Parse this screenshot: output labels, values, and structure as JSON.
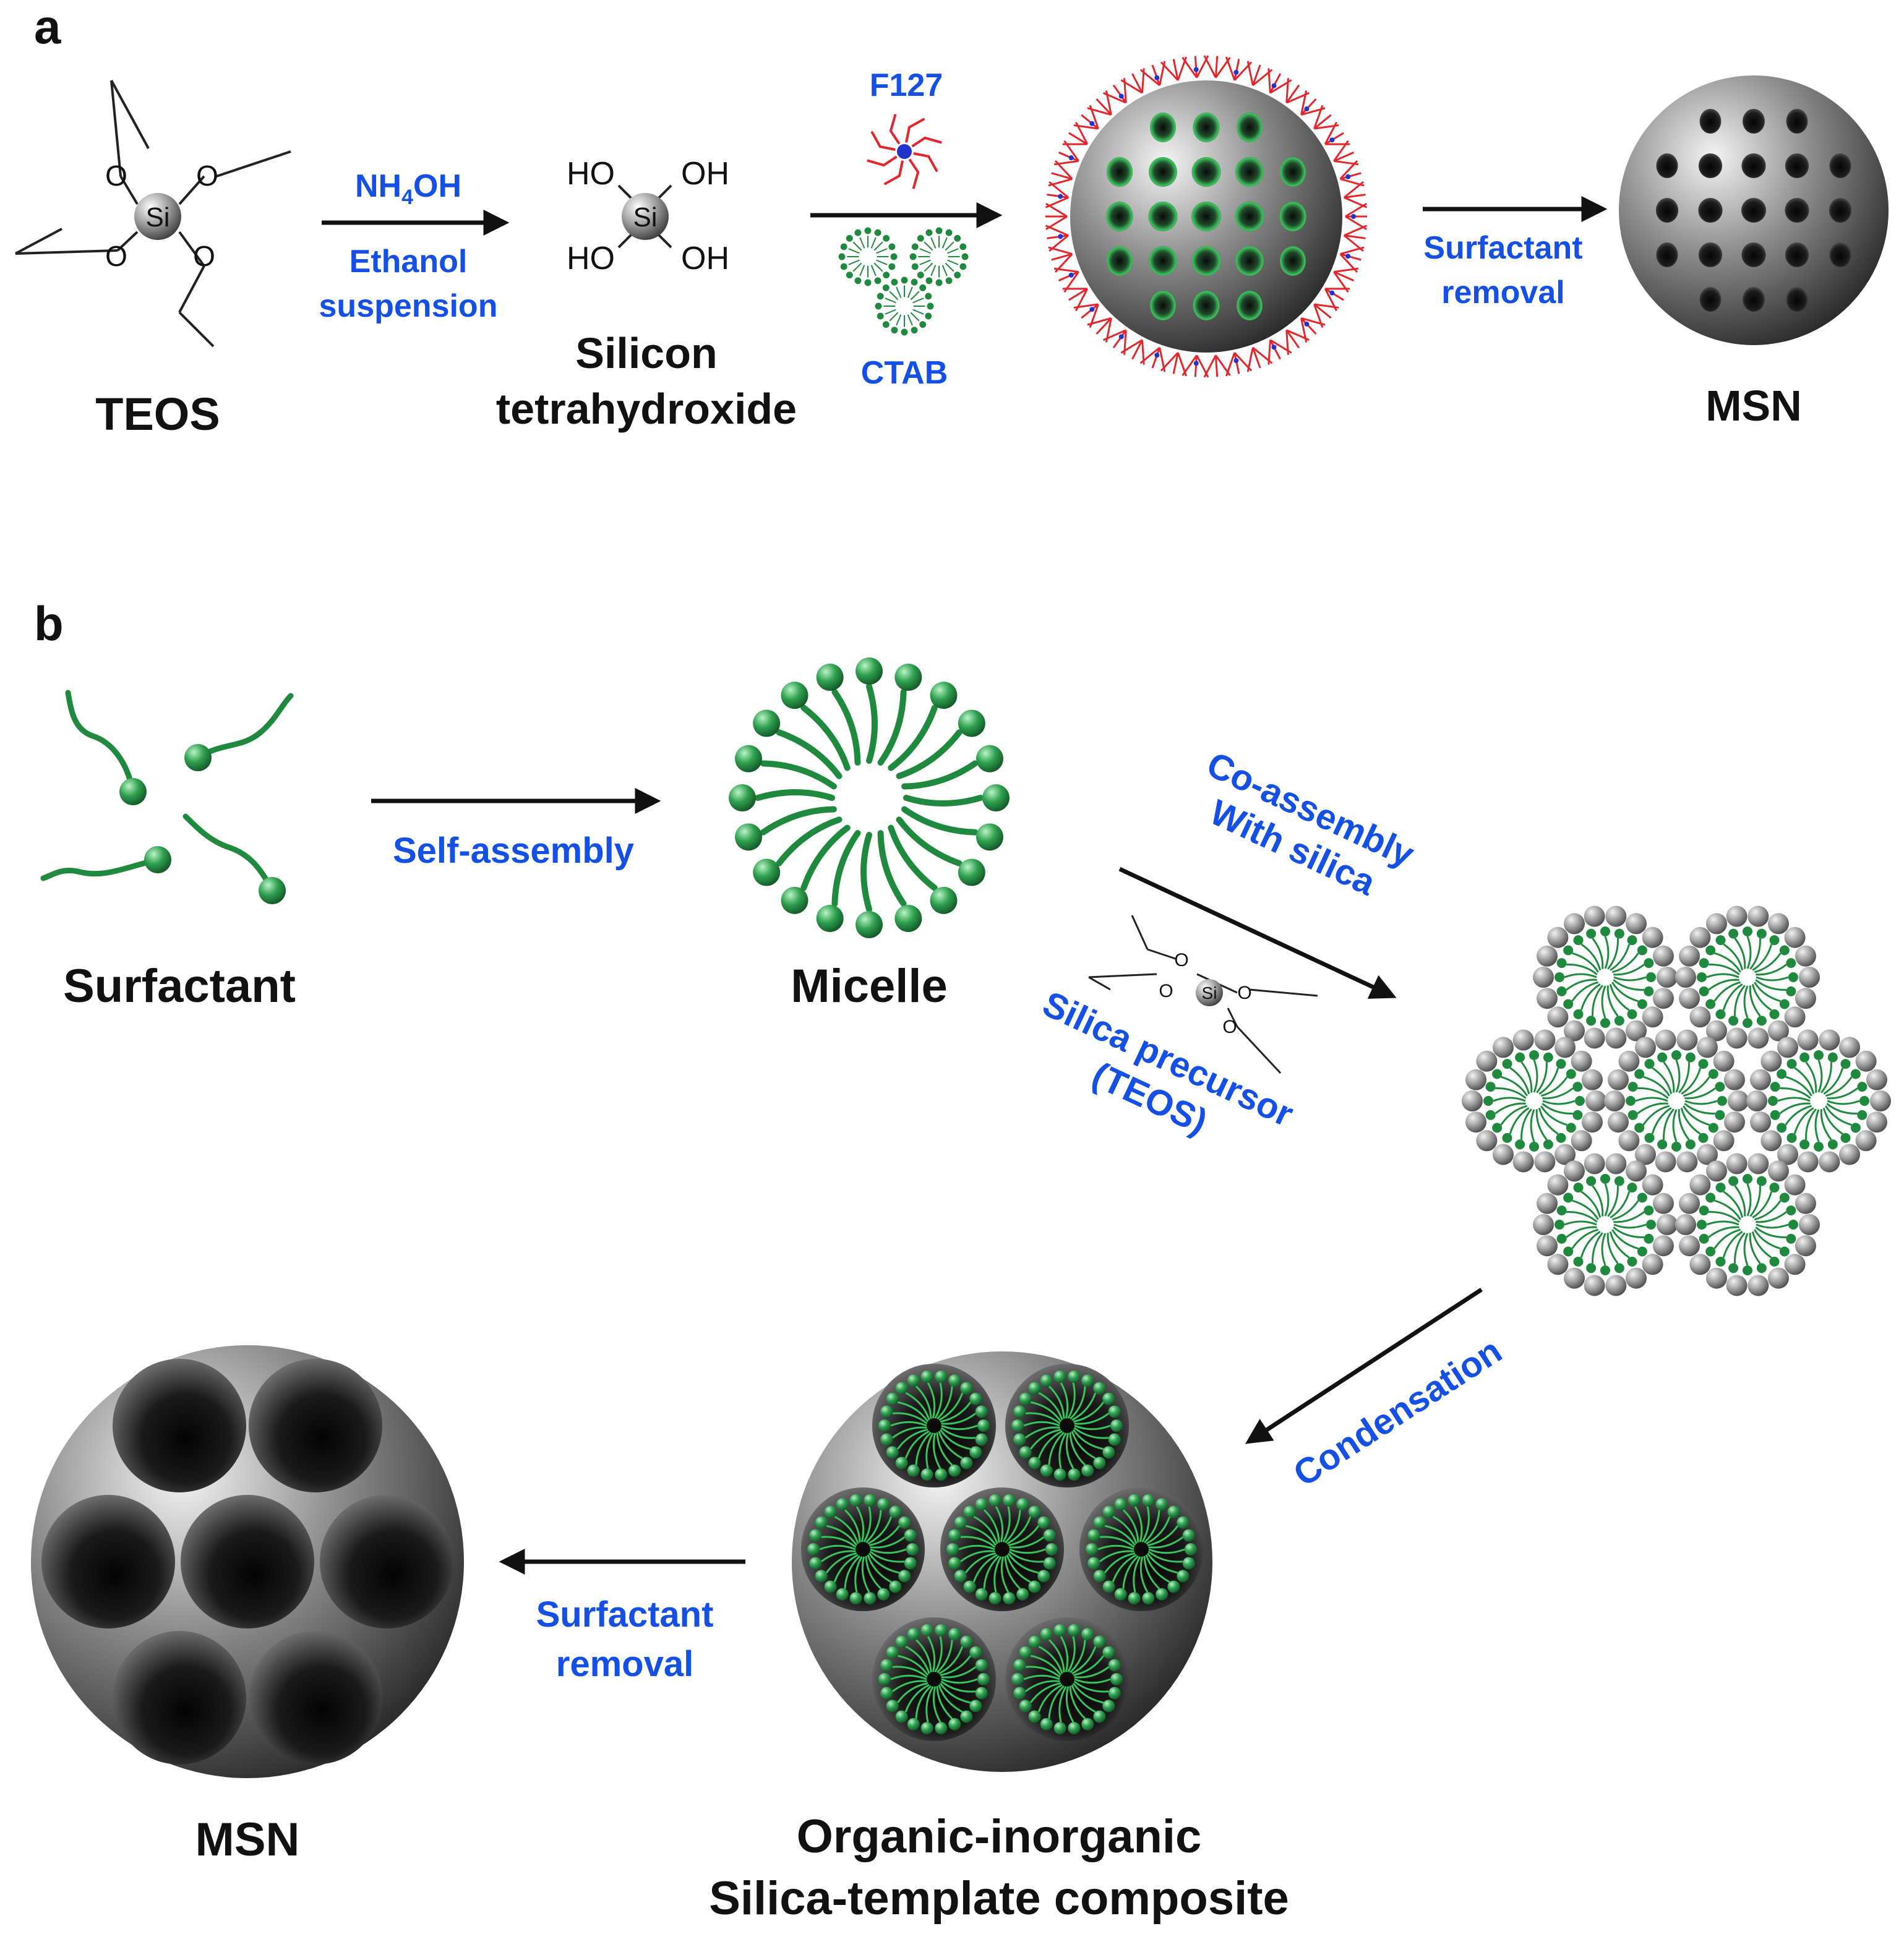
{
  "colors": {
    "label_blue": "#1450e6",
    "label_black": "#111111",
    "surfactant_green": "#1f8a3e",
    "silica_gray": "#8a8a8a",
    "f127_red": "#e3262b",
    "f127_core_blue": "#2233cc"
  },
  "panel_a": {
    "letter": "a",
    "teos_label": "TEOS",
    "atoms": {
      "si": "Si",
      "o": "O",
      "ho": "HO",
      "oh": "OH"
    },
    "step1": {
      "reagent_main": "NH",
      "reagent_sub": "4",
      "reagent_tail": "OH",
      "line1": "Ethanol",
      "line2": "suspension"
    },
    "intermediate_label_1": "Silicon",
    "intermediate_label_2": "tetrahydroxide",
    "step2": {
      "top": "F127",
      "bottom": "CTAB"
    },
    "step3": {
      "line1": "Surfactant",
      "line2": "removal"
    },
    "product_label": "MSN"
  },
  "panel_b": {
    "letter": "b",
    "surfactant_label": "Surfactant",
    "arrow1_label": "Self-assembly",
    "micelle_label": "Micelle",
    "arrow2_top_line1": "Co-assembly",
    "arrow2_top_line2": "With silica",
    "arrow2_bottom_line1": "Silica precursor",
    "arrow2_bottom_line2": "(TEOS)",
    "atom_si": "Si",
    "atom_o": "O",
    "arrow3_label": "Condensation",
    "composite_label_1": "Organic-inorganic",
    "composite_label_2": "Silica-template composite",
    "arrow4_line1": "Surfactant",
    "arrow4_line2": "removal",
    "product_label": "MSN"
  }
}
